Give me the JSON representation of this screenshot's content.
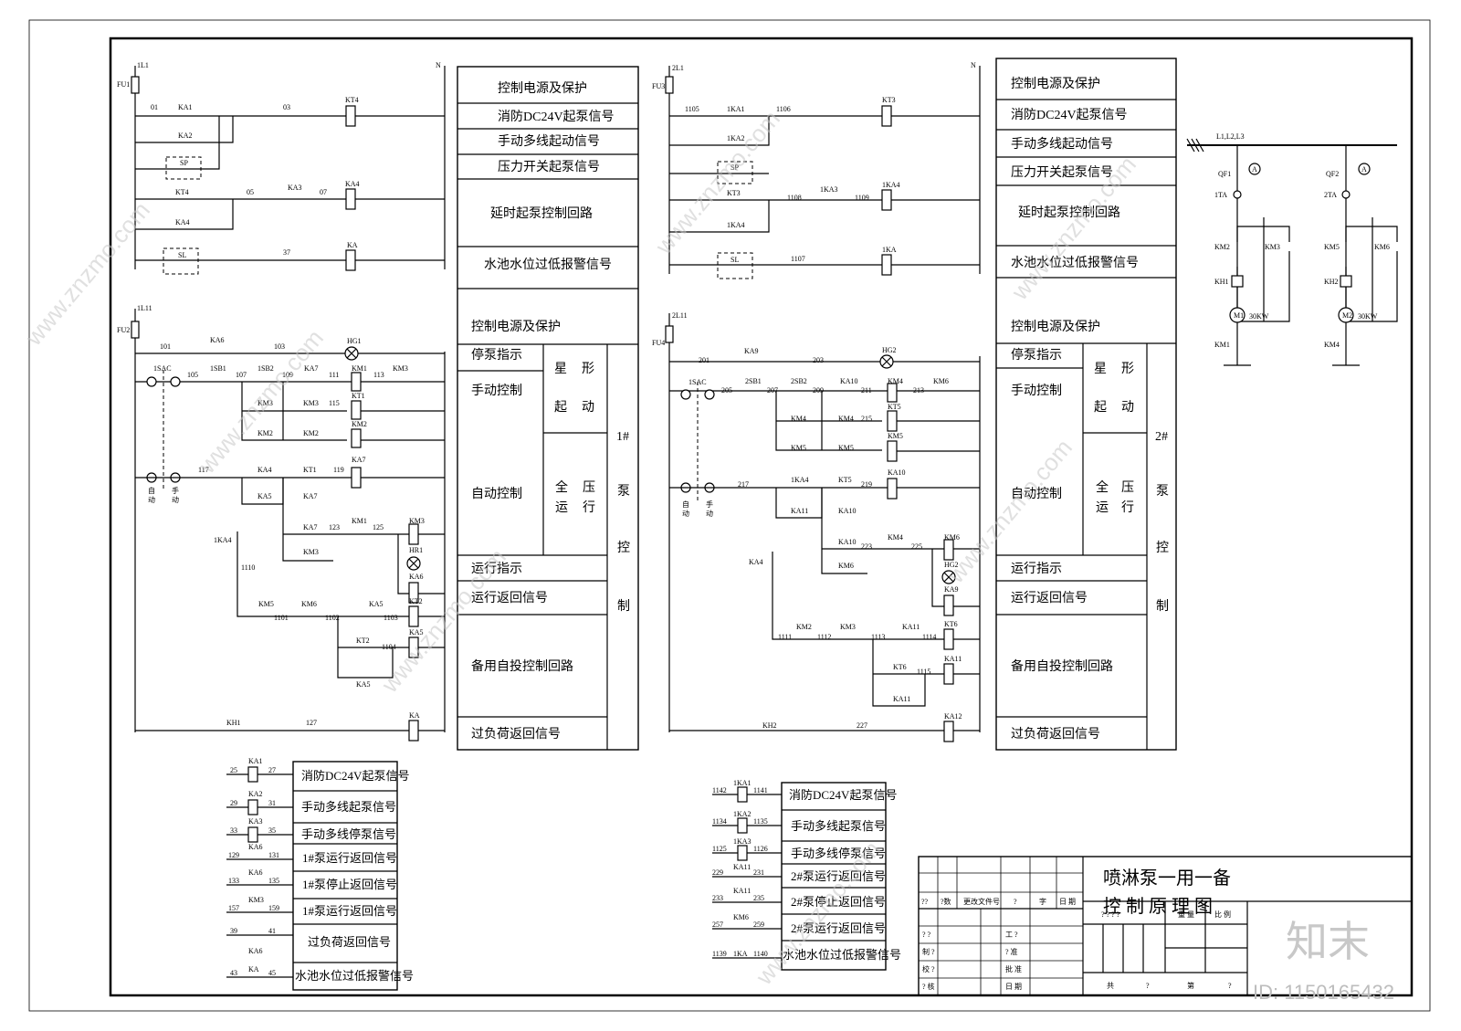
{
  "watermark": {
    "text": "www.znzmo.com",
    "brand": "知末",
    "id": "ID: 1150165432"
  },
  "title": {
    "line1": "喷淋泵一用一备",
    "line2": "控 制 原 理 图"
  },
  "left_panel": {
    "table": [
      "控制电源及保护",
      "消防DC24V起泵信号",
      "手动多线起动信号",
      "压力开关起泵信号",
      "延时起泵控制回路",
      "水池水位过低报警信号",
      "控制电源及保护",
      "停泵指示",
      "手动控制",
      "自动控制",
      "运行指示",
      "运行返回信号",
      "备用自投控制回路",
      "过负荷返回信号"
    ],
    "star1": "星",
    "star2": "形",
    "start1": "起",
    "start2": "动",
    "full1": "全",
    "full2": "压",
    "full3": "运",
    "full4": "行",
    "pump": [
      "1#",
      "泵",
      "控",
      "制"
    ],
    "signals": [
      {
        "a": "25",
        "coil": "KA1",
        "b": "27",
        "text": "消防DC24V起泵信号"
      },
      {
        "a": "29",
        "coil": "KA2",
        "b": "31",
        "text": "手动多线起泵信号"
      },
      {
        "a": "33",
        "coil": "KA3",
        "b": "35",
        "text": "手动多线停泵信号"
      },
      {
        "a": "129",
        "coil": "KA6",
        "b": "131",
        "text": "1#泵运行返回信号"
      },
      {
        "a": "133",
        "coil": "KA6",
        "b": "135",
        "text": "1#泵停止返回信号"
      },
      {
        "a": "157",
        "coil": "KM3",
        "b": "159",
        "text": "1#泵运行返回信号"
      },
      {
        "a": "39",
        "coil": "KA6",
        "b": "41",
        "text": "过负荷返回信号"
      },
      {
        "a": "43",
        "coil": "KA",
        "b": "45",
        "text": "水池水位过低报警信号"
      }
    ]
  },
  "right_panel": {
    "table": [
      "控制电源及保护",
      "消防DC24V起泵信号",
      "手动多线起动信号",
      "压力开关起泵信号",
      "延时起泵控制回路",
      "水池水位过低报警信号",
      "控制电源及保护",
      "停泵指示",
      "手动控制",
      "自动控制",
      "运行指示",
      "运行返回信号",
      "备用自投控制回路",
      "过负荷返回信号"
    ],
    "pump": [
      "2#",
      "泵",
      "控",
      "制"
    ],
    "signals": [
      {
        "a": "1142",
        "coil": "1KA1",
        "b": "1141",
        "text": "消防DC24V起泵信号"
      },
      {
        "a": "1134",
        "coil": "1KA2",
        "b": "1135",
        "text": "手动多线起泵信号"
      },
      {
        "a": "1125",
        "coil": "1KA3",
        "b": "1126",
        "text": "手动多线停泵信号"
      },
      {
        "a": "229",
        "coil": "KA11",
        "b": "231",
        "text": "2#泵运行返回信号"
      },
      {
        "a": "233",
        "coil": "KA11",
        "b": "235",
        "text": "2#泵停止返回信号"
      },
      {
        "a": "257",
        "coil": "KM6",
        "b": "259",
        "text": "2#泵运行返回信号"
      },
      {
        "a": "1139",
        "coil": "1KA",
        "b": "1140",
        "text": "水池水位过低报警信号"
      }
    ]
  },
  "circuit_labels": {
    "l1": "1L1",
    "n": "N",
    "fu1": "FU1",
    "fu2": "FU2",
    "l11": "1L11",
    "r1": "2L1",
    "fu3": "FU3",
    "fu4": "FU4",
    "r11": "2L11",
    "main": "L1,L2,L3",
    "qf1": "QF1",
    "qf2": "QF2",
    "m1": "M1",
    "m2": "M2",
    "kw": "30KW",
    "ta1": "1TA",
    "ta2": "2TA",
    "kh1": "KH1",
    "kh2": "KH2"
  },
  "title_block": {
    "q1": "??",
    "q2": "?数",
    "change": "更改文件号",
    "q3": "?",
    "sign": "字",
    "date": "日 期",
    "r1a": "? ?",
    "r1b": "工 ?",
    "r2a": "制 ?",
    "r2b": "? 准",
    "r3a": "校 ?",
    "r3b": "批 准",
    "r4a": "? 核",
    "r4b": "日 期",
    "mark": "? ? ? ?",
    "weight": "重 量",
    "scale": "比 例",
    "total": "共",
    "total_q": "?",
    "page": "第",
    "page_q": "?"
  }
}
